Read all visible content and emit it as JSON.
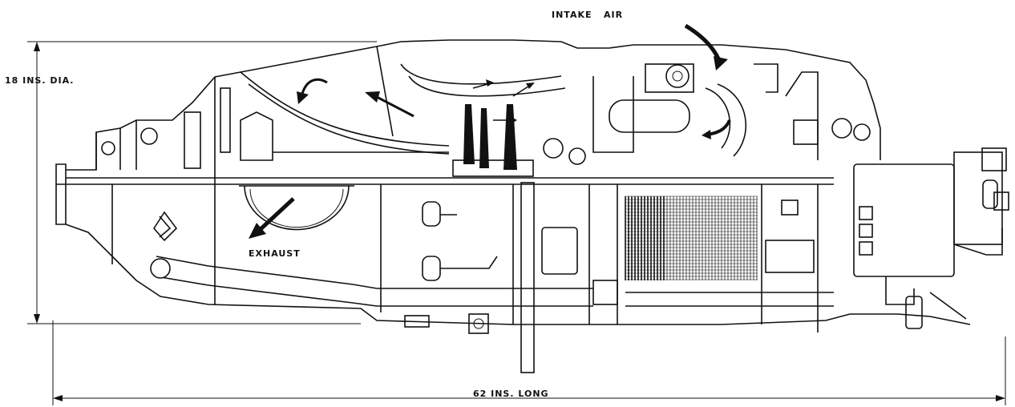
{
  "labels": {
    "diameter": "18 INS. DIA.",
    "intake": "INTAKE   AIR",
    "exhaust": "EXHAUST",
    "length": "62 INS. LONG"
  }
}
